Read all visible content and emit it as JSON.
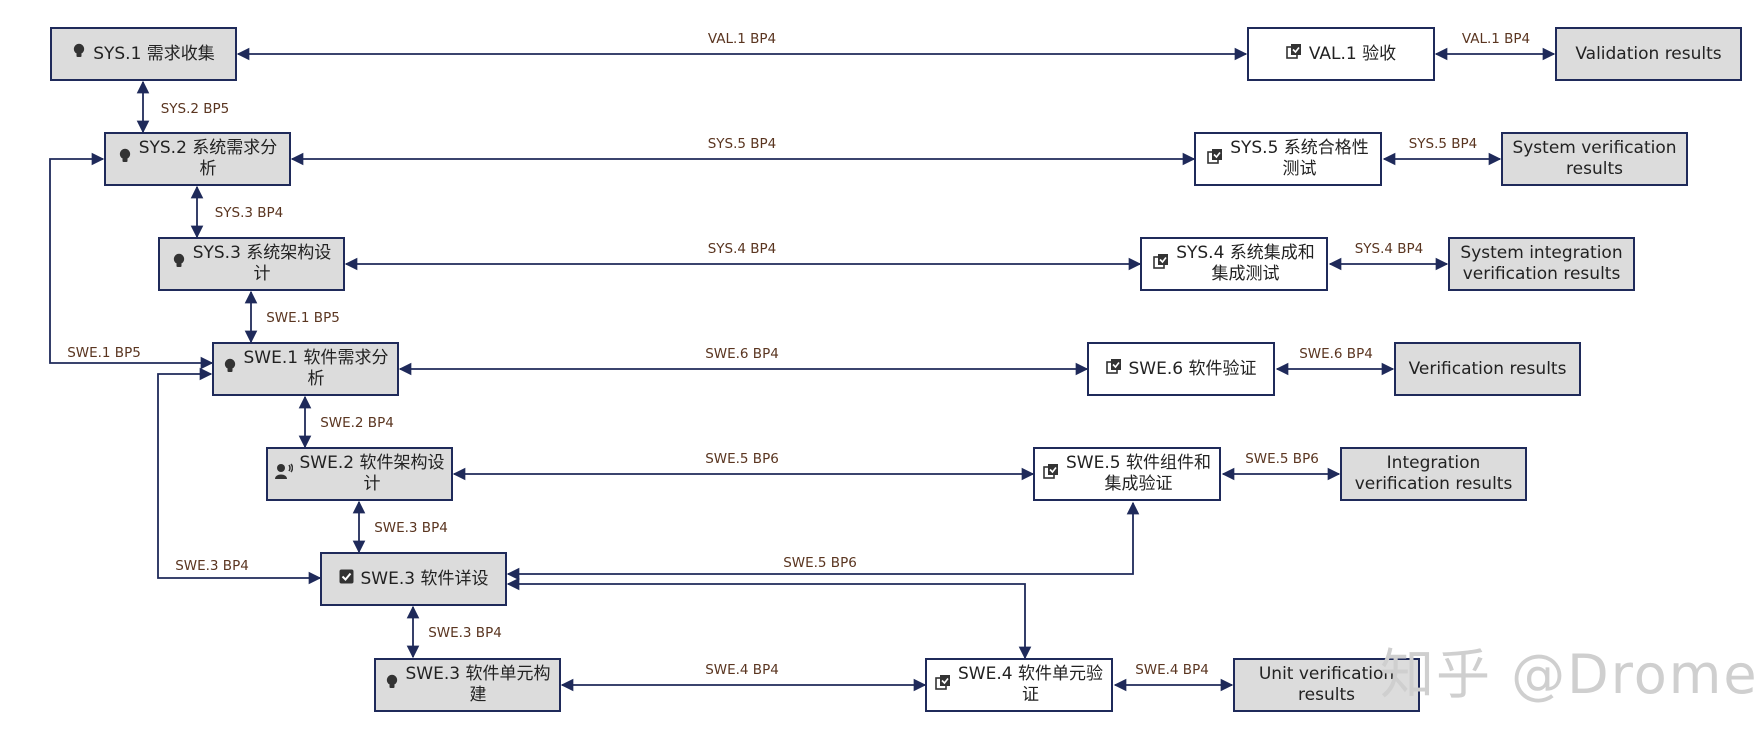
{
  "nodes": {
    "sys1": {
      "label": "SYS.1 需求收集",
      "icon": "lightbulb-icon"
    },
    "sys2": {
      "label": "SYS.2 系统需求分\n析",
      "icon": "lightbulb-icon"
    },
    "sys3": {
      "label": "SYS.3 系统架构设\n计",
      "icon": "lightbulb-icon"
    },
    "swe1": {
      "label": "SWE.1 软件需求分\n析",
      "icon": "lightbulb-icon"
    },
    "swe2": {
      "label": "SWE.2 软件架构设\n计",
      "icon": "person-speaking-icon"
    },
    "swe3d": {
      "label": "SWE.3 软件详设",
      "icon": "checkbox-icon"
    },
    "swe3b": {
      "label": "SWE.3 软件单元构\n建",
      "icon": "lightbulb-icon"
    },
    "val1": {
      "label": "VAL.1 验收",
      "icon": "copy-check-icon"
    },
    "sys5": {
      "label": "SYS.5 系统合格性\n测试",
      "icon": "copy-check-icon"
    },
    "sys4": {
      "label": "SYS.4 系统集成和\n集成测试",
      "icon": "copy-check-icon"
    },
    "swe6": {
      "label": "SWE.6 软件验证",
      "icon": "copy-check-icon"
    },
    "swe5": {
      "label": "SWE.5 软件组件和\n集成验证",
      "icon": "copy-check-icon"
    },
    "swe4": {
      "label": "SWE.4 软件单元验\n证",
      "icon": "copy-check-icon"
    },
    "r_val": {
      "label": "Validation results"
    },
    "r_sys5": {
      "label": "System verification\nresults"
    },
    "r_sys4": {
      "label": "System integration\nverification results"
    },
    "r_swe6": {
      "label": "Verification results"
    },
    "r_swe5": {
      "label": "Integration\nverification results"
    },
    "r_swe4": {
      "label": "Unit verification\nresults"
    }
  },
  "edge_labels": {
    "val1_main": "VAL.1 BP4",
    "val1_res": "VAL.1 BP4",
    "sys2_down": "SYS.2 BP5",
    "sys5_main": "SYS.5 BP4",
    "sys5_res": "SYS.5 BP4",
    "sys3_down": "SYS.3 BP4",
    "sys4_main": "SYS.4 BP4",
    "sys4_res": "SYS.4 BP4",
    "swe1_down": "SWE.1 BP5",
    "swe1_back": "SWE.1 BP5",
    "swe6_main": "SWE.6 BP4",
    "swe6_res": "SWE.6 BP4",
    "swe2_down": "SWE.2 BP4",
    "swe5_main": "SWE.5 BP6",
    "swe5_res": "SWE.5 BP6",
    "swe3_down": "SWE.3 BP4",
    "swe3_back": "SWE.3 BP4",
    "swe5_detail": "SWE.5 BP6",
    "swe3_down2": "SWE.3 BP4",
    "swe4_main": "SWE.4 BP4",
    "swe4_res": "SWE.4 BP4"
  },
  "watermark": "知乎 @Drome",
  "colors": {
    "line": "#1f2a5a",
    "box_grey": "#dcdcdc",
    "label_text": "#5a3520"
  }
}
